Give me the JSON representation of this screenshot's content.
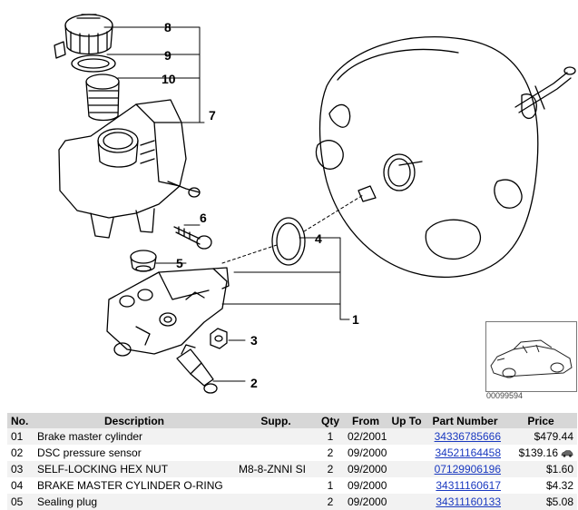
{
  "diagram": {
    "callouts": [
      "8",
      "9",
      "10",
      "7",
      "6",
      "4",
      "5",
      "1",
      "3",
      "2"
    ]
  },
  "thumbnail": {
    "caption": "00099594"
  },
  "table": {
    "headers": [
      "No.",
      "Description",
      "Supp.",
      "Qty",
      "From",
      "Up To",
      "Part Number",
      "Price"
    ],
    "rows": [
      {
        "no": "01",
        "description": "Brake master cylinder",
        "supp": "",
        "qty": "1",
        "from": "02/2001",
        "up_to": "",
        "part_number": "34336785666",
        "price": "$479.44",
        "icon": ""
      },
      {
        "no": "02",
        "description": "DSC pressure sensor",
        "supp": "",
        "qty": "2",
        "from": "09/2000",
        "up_to": "",
        "part_number": "34521164458",
        "price": "$139.16",
        "icon": "car-icon"
      },
      {
        "no": "03",
        "description": "SELF-LOCKING HEX NUT",
        "supp": "M8-8-ZNNI SI",
        "qty": "2",
        "from": "09/2000",
        "up_to": "",
        "part_number": "07129906196",
        "price": "$1.60",
        "icon": ""
      },
      {
        "no": "04",
        "description": "BRAKE MASTER CYLINDER O-RING",
        "supp": "",
        "qty": "1",
        "from": "09/2000",
        "up_to": "",
        "part_number": "34311160617",
        "price": "$4.32",
        "icon": ""
      },
      {
        "no": "05",
        "description": "Sealing plug",
        "supp": "",
        "qty": "2",
        "from": "09/2000",
        "up_to": "",
        "part_number": "34311160133",
        "price": "$5.08",
        "icon": ""
      }
    ]
  }
}
